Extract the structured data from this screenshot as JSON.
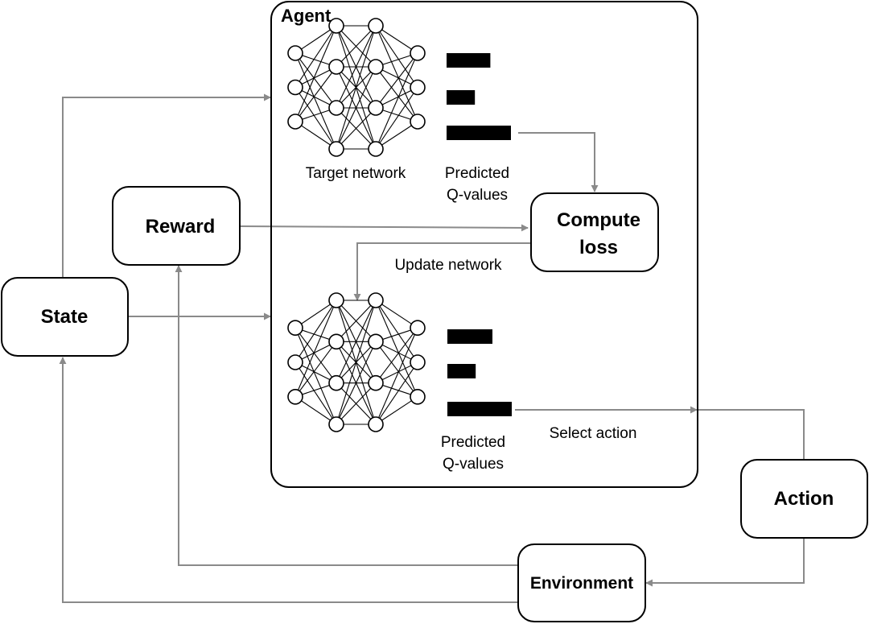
{
  "agent": {
    "title": "Agent"
  },
  "nodes": {
    "state": "State",
    "reward": "Reward",
    "compute_loss": [
      "Compute",
      "loss"
    ],
    "action": "Action",
    "environment": "Environment"
  },
  "networks": {
    "target": {
      "label": "Target network",
      "q_label": [
        "Predicted",
        "Q-values"
      ],
      "layer_sizes": [
        3,
        4,
        4,
        3
      ],
      "q_values": [
        0.68,
        0.44,
        1.0
      ]
    },
    "online": {
      "q_label": [
        "Predicted",
        "Q-values"
      ],
      "layer_sizes": [
        3,
        4,
        4,
        3
      ],
      "q_values": [
        0.7,
        0.44,
        1.0
      ]
    }
  },
  "edges": {
    "update_network": "Update network",
    "select_action": "Select action"
  },
  "colors": {
    "arrow": "#8a8a8a",
    "box_stroke": "#000000",
    "bar": "#000000"
  }
}
